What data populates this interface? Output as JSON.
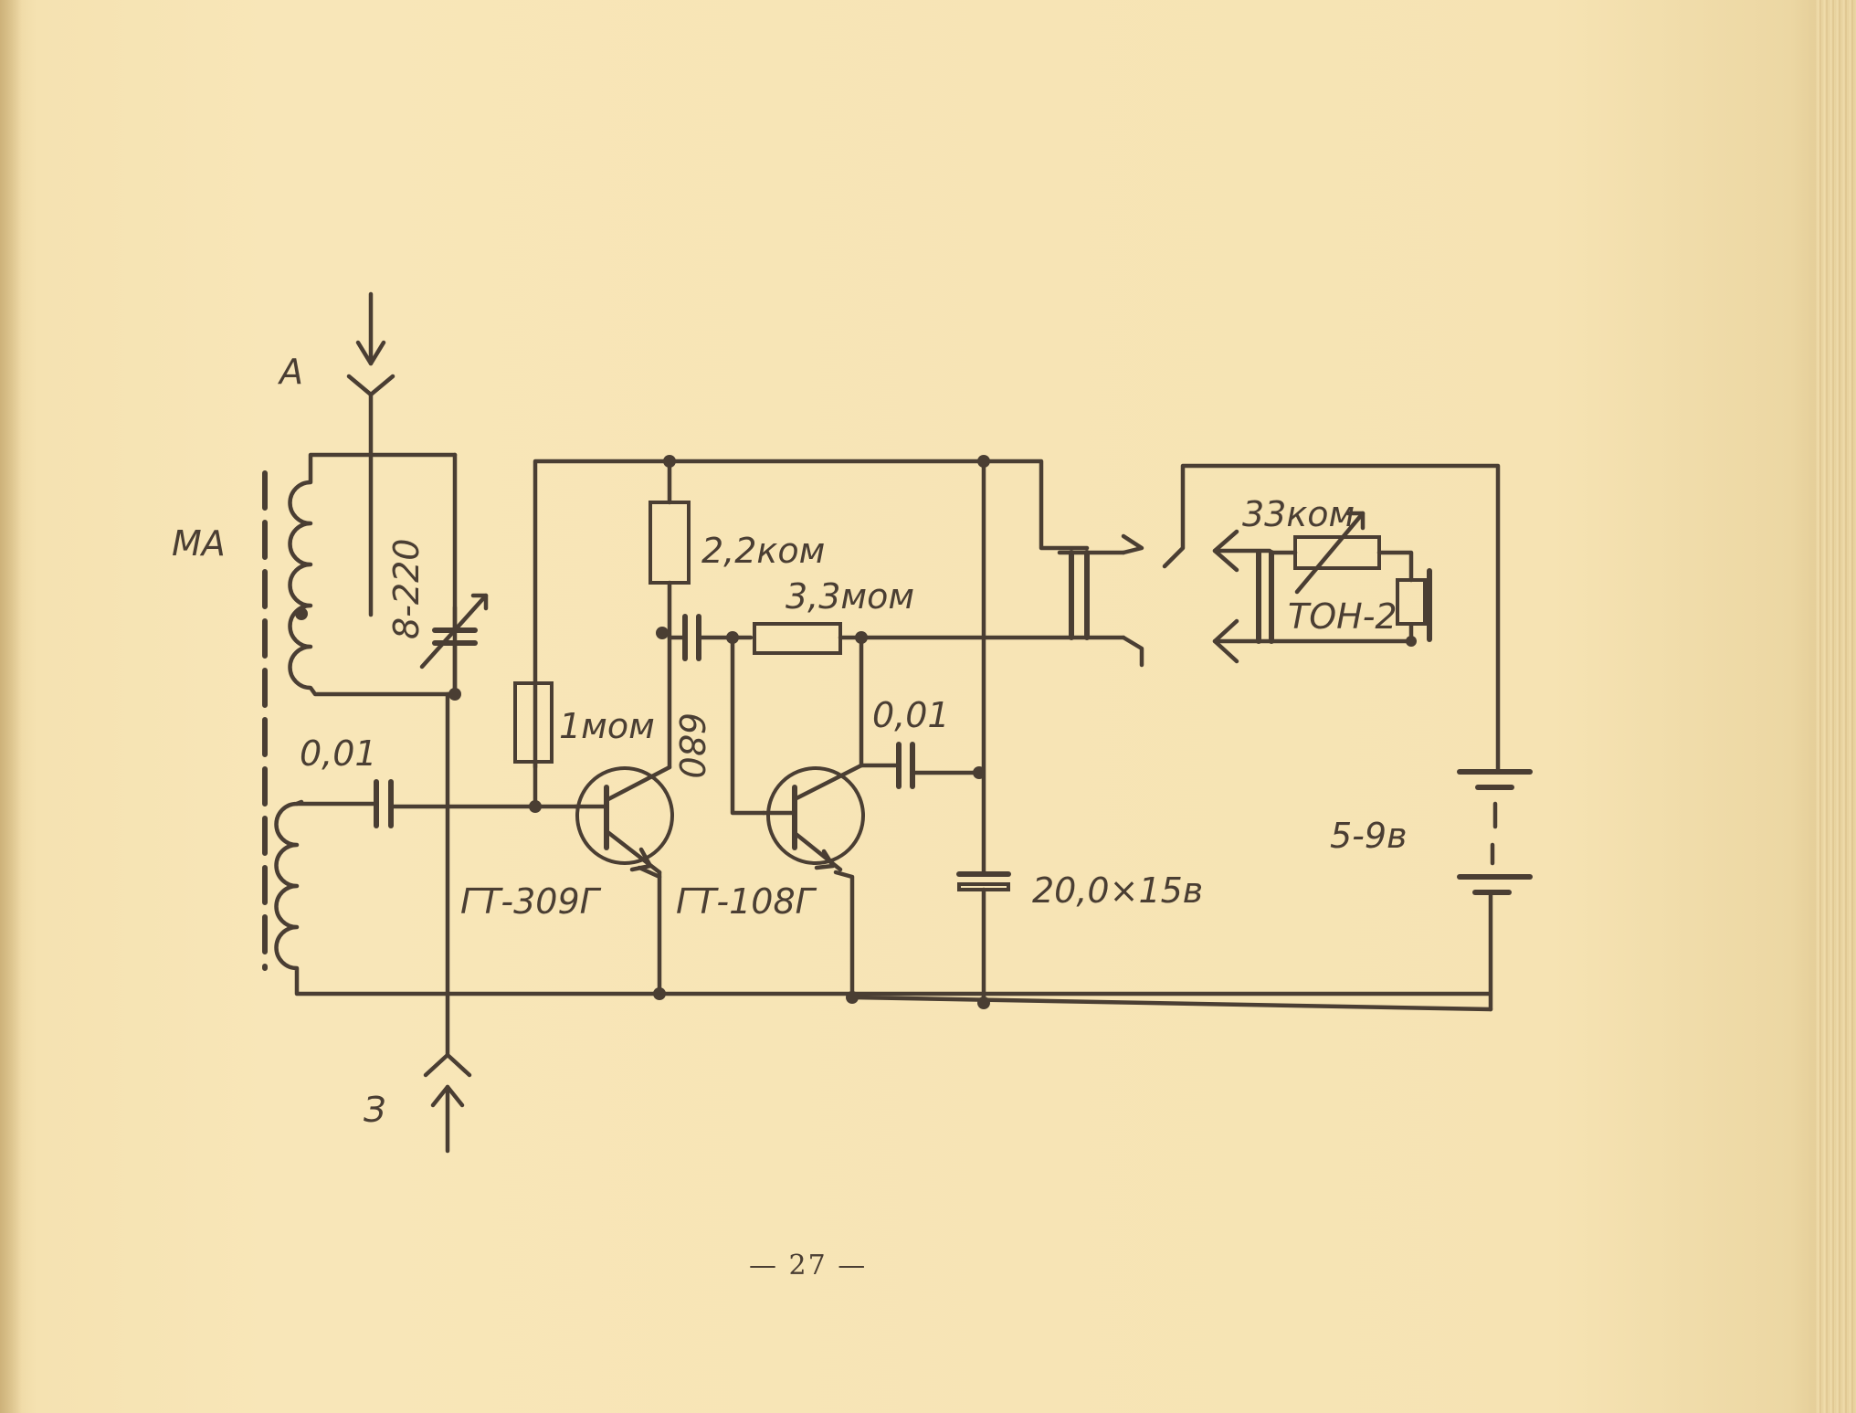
{
  "labels": {
    "antenna": "А",
    "ground": "З",
    "magnetic_antenna": "МА",
    "tuning_capacitor": "8-220",
    "coupling_capacitor_1": "0,01",
    "bias_resistor": "1мом",
    "collector_resistor": "2,2ком",
    "resistor_680": "680",
    "feedback_resistor": "3,3мом",
    "capacitor_2": "0,01",
    "transistor_1": "ГТ-309Г",
    "transistor_2": "ГТ-108Г",
    "electrolytic_capacitor": "20,0×15в",
    "volume_resistor": "33ком",
    "headphones": "ТОН-2",
    "battery": "5-9в"
  },
  "page_number": "— 27 —"
}
